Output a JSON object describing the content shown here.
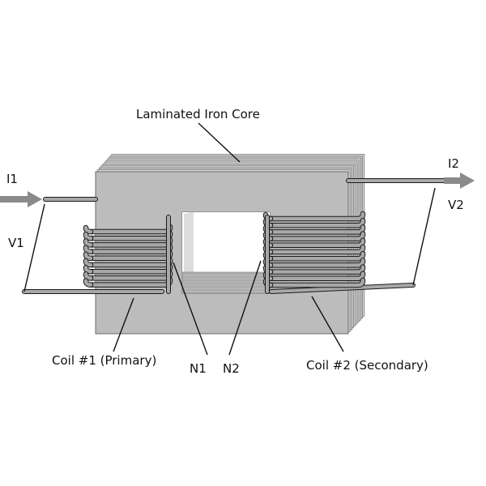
{
  "labels": {
    "core": "Laminated Iron Core",
    "i1": "I1",
    "v1": "V1",
    "i2": "I2",
    "v2": "V2",
    "n1": "N1",
    "n2": "N2",
    "coil1": "Coil #1 (Primary)",
    "coil2": "Coil #2 (Secondary)"
  },
  "colors": {
    "core_face": "#bcbcbc",
    "core_top": "#d6d6d6",
    "lamination_edge": "#7a7a7a",
    "wire_fill": "#a8a8a8",
    "wire_outline": "#1a1a1a",
    "arrow": "#8a8a8a",
    "leader": "#111111"
  },
  "coils": {
    "primary_turns": 9,
    "secondary_turns": 11
  }
}
